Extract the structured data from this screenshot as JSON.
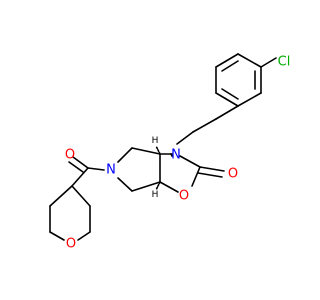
{
  "colors": {
    "bond": "#000000",
    "nitrogen": "#0000ff",
    "oxygen": "#ff0000",
    "chlorine": "#00b000",
    "carbon_label": "#000000"
  },
  "atoms": {
    "cl": "Cl",
    "n_amide": "N",
    "o_carbonyl_left": "O",
    "o_pyran": "O",
    "n_carbamate": "N",
    "o_carbonyl_right": "O",
    "o_ring": "O",
    "h_top": "H",
    "h_bottom": "H"
  }
}
